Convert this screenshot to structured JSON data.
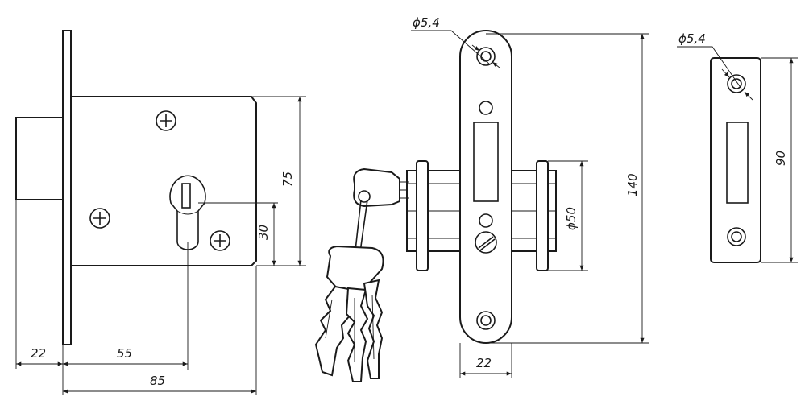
{
  "dimensions": {
    "faceplate_offset": "22",
    "keyhole_backset": "55",
    "body_width": "85",
    "body_height": "75",
    "keyhole_height": "30",
    "front_hole_diameter": "ϕ5,4",
    "front_plate_length": "140",
    "cylinder_diameter": "ϕ50",
    "front_plate_width": "22",
    "strike_hole_diameter": "ϕ5,4",
    "strike_plate_length": "90"
  },
  "colors": {
    "line": "#1a1a1a",
    "background": "#ffffff"
  }
}
